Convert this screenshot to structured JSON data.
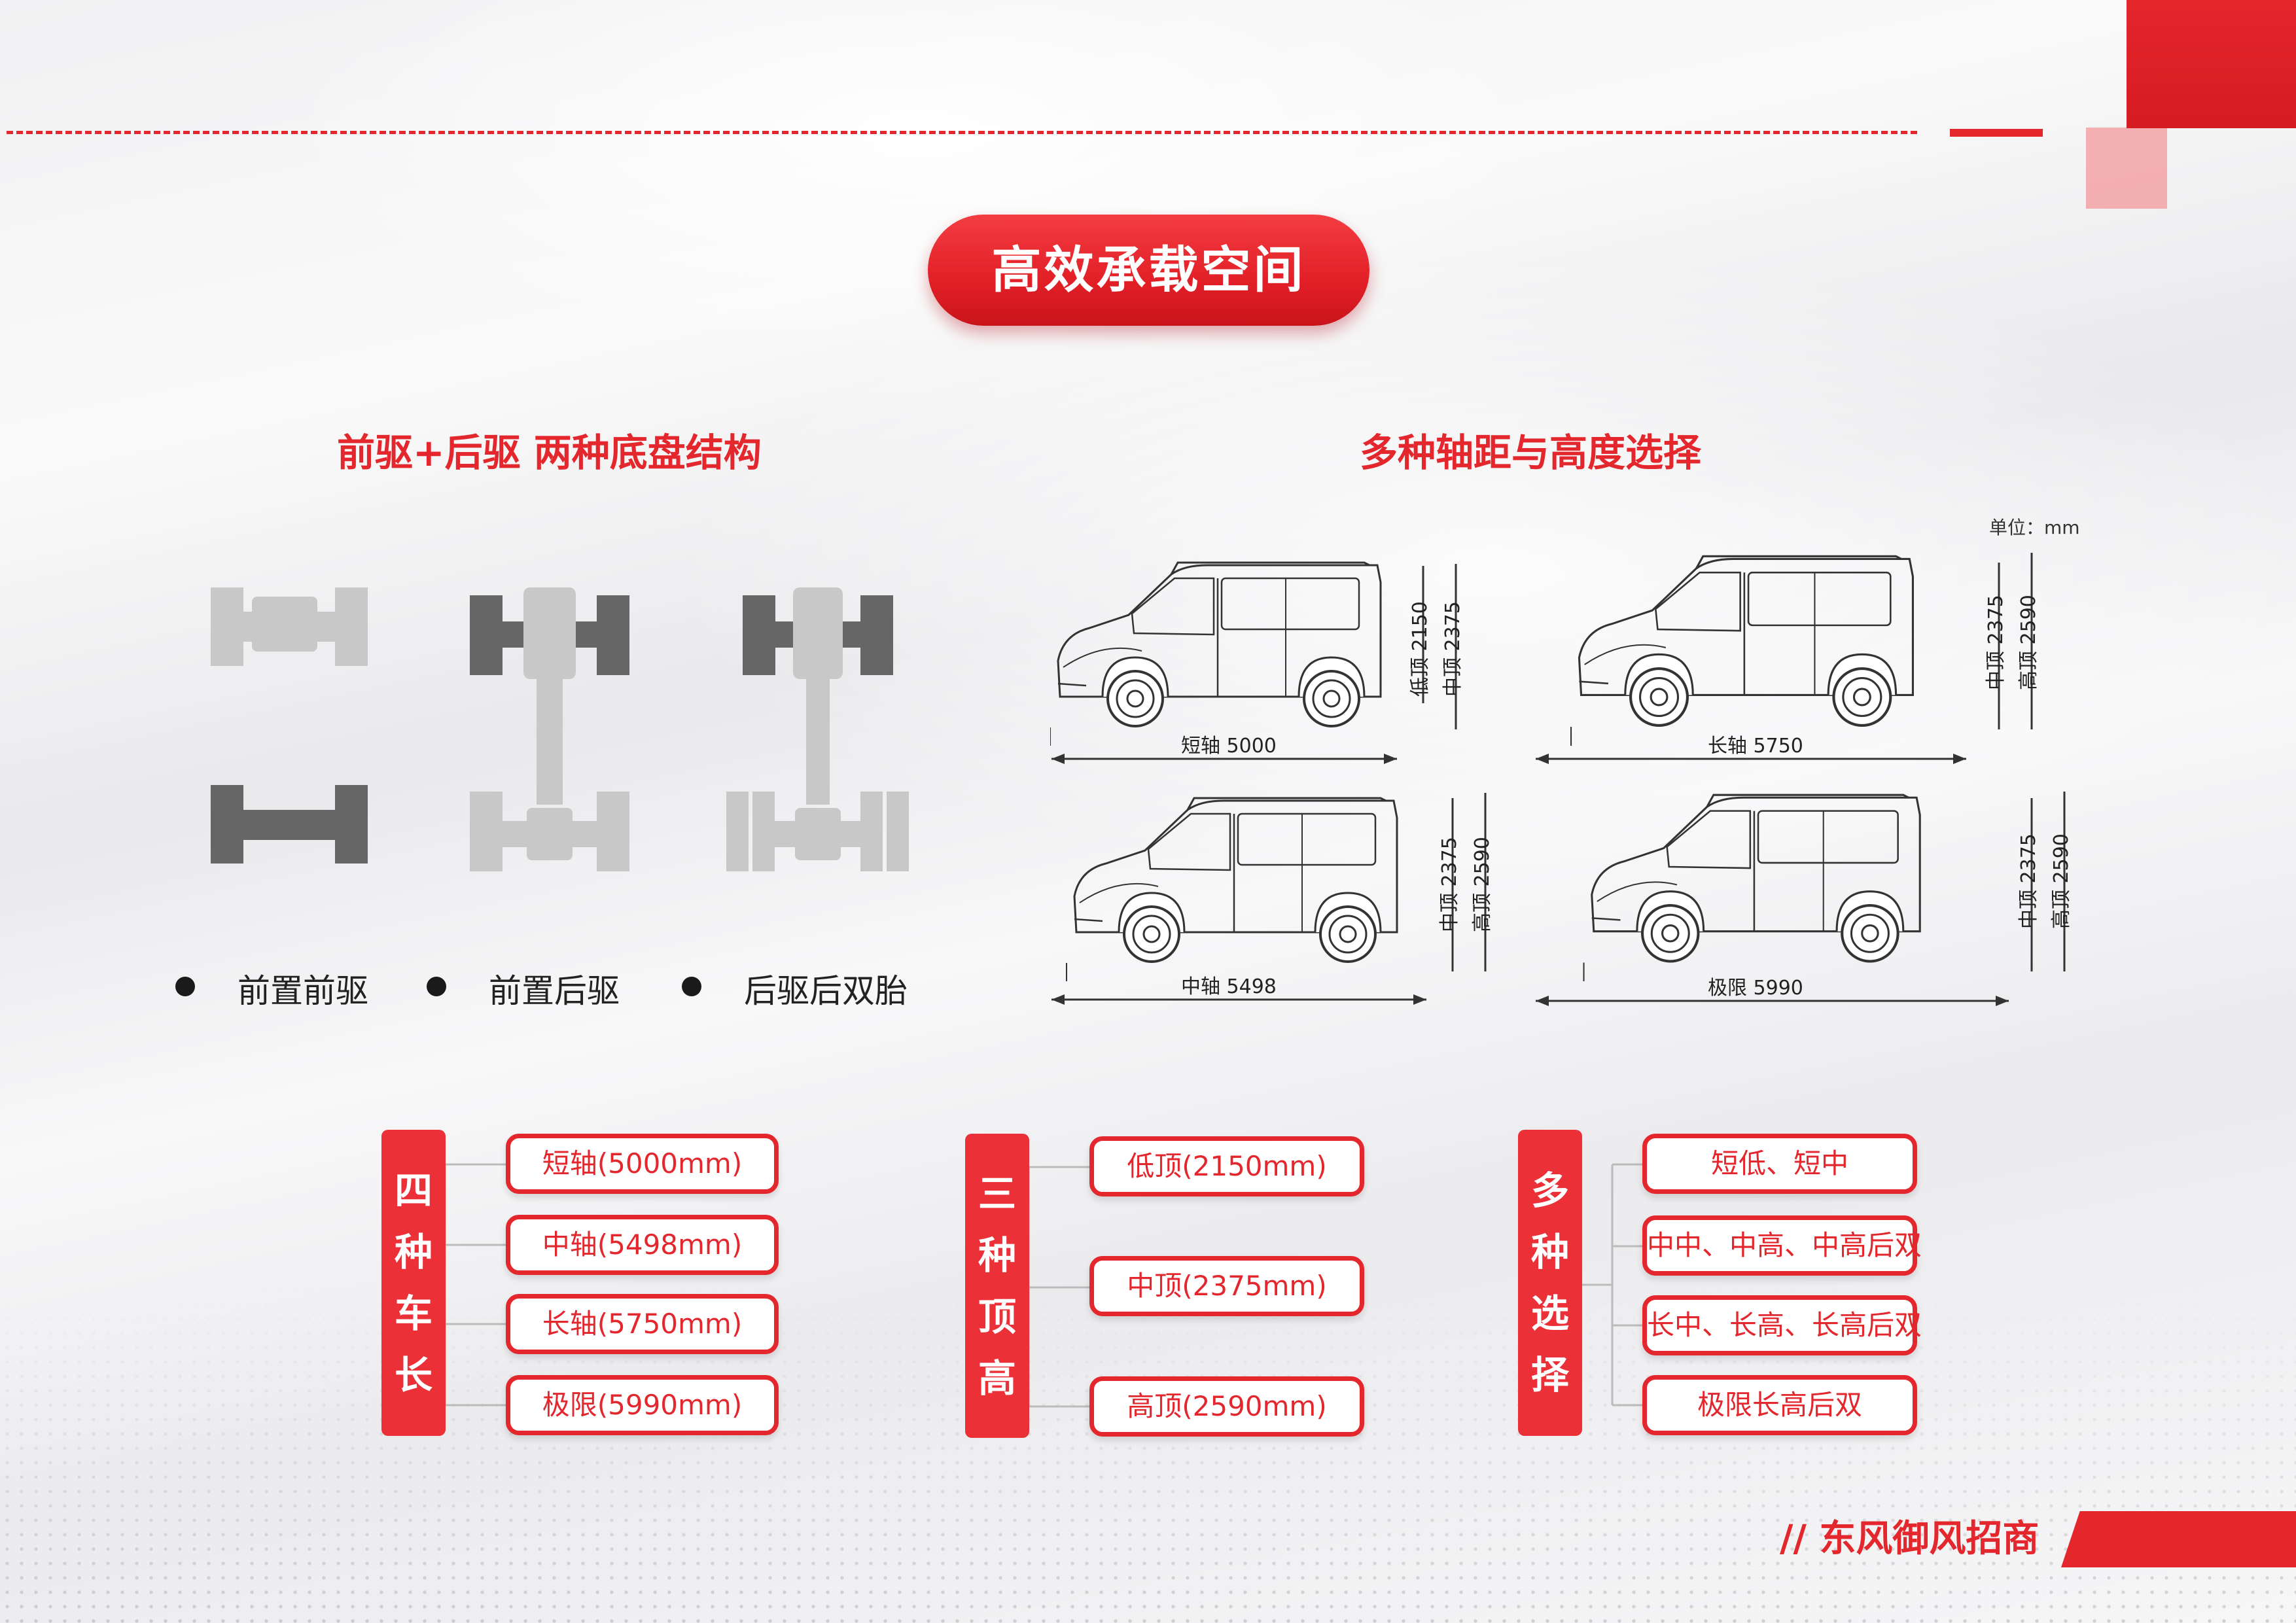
{
  "title": "高效承载空间",
  "left_section": {
    "heading": "前驱+后驱 两种底盘结构",
    "legend": [
      "前置前驱",
      "前置后驱",
      "后驱后双胎"
    ]
  },
  "right_section": {
    "heading": "多种轴距与高度选择",
    "unit": "单位：mm",
    "vans": [
      {
        "length_label": "短轴 5000",
        "height_labels": [
          "低顶 2150",
          "中顶 2375"
        ]
      },
      {
        "length_label": "长轴 5750",
        "height_labels": [
          "中顶 2375",
          "高顶 2590"
        ]
      },
      {
        "length_label": "中轴 5498",
        "height_labels": [
          "中顶 2375",
          "高顶 2590"
        ]
      },
      {
        "length_label": "极限 5990",
        "height_labels": [
          "中顶 2375",
          "高顶 2590"
        ]
      }
    ]
  },
  "groups": [
    {
      "tag": [
        "四",
        "种",
        "车",
        "长"
      ],
      "items": [
        "短轴(5000mm)",
        "中轴(5498mm)",
        "长轴(5750mm)",
        "极限(5990mm)"
      ]
    },
    {
      "tag": [
        "三",
        "种",
        "顶",
        "高"
      ],
      "items": [
        "低顶(2150mm)",
        "中顶(2375mm)",
        "高顶(2590mm)"
      ]
    },
    {
      "tag": [
        "多",
        "种",
        "选",
        "择"
      ],
      "items": [
        "短低、短中",
        "中中、中高、中高后双",
        "长中、长高、长高后双",
        "极限长高后双"
      ]
    }
  ],
  "footer": "// 东风御风招商",
  "colors": {
    "accent": "#e4262d",
    "pink": "#f3a2a6",
    "chassis_dark": "#666666",
    "chassis_light": "#c8c8c8"
  }
}
